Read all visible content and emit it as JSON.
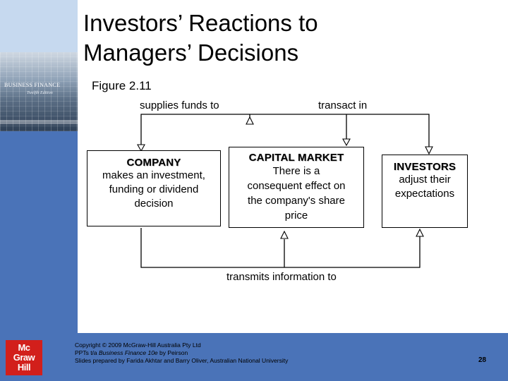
{
  "title_line1": "Investors’ Reactions to",
  "title_line2": "Managers’ Decisions",
  "figure_label": "Figure 2.11",
  "book_cover": {
    "title": "BUSINESS FINANCE",
    "subtitle": "Twelfth Edition"
  },
  "logo": {
    "line1": "Mc",
    "line2": "Graw",
    "line3": "Hill"
  },
  "diagram": {
    "supplies_label": "supplies funds to",
    "transact_label": "transact in",
    "transmits_label": "transmits information to",
    "company": {
      "heading": "COMPANY",
      "lines": [
        "makes an investment,",
        "funding or dividend",
        "decision"
      ]
    },
    "capital_market": {
      "heading": "CAPITAL MARKET",
      "lines": [
        "There is a",
        "consequent effect on",
        "the company's share",
        "price"
      ]
    },
    "investors": {
      "heading": "INVESTORS",
      "lines": [
        "adjust their",
        "expectations"
      ]
    }
  },
  "footer": {
    "copyright": "Copyright © 2009 McGraw-Hill Australia Pty Ltd",
    "ppts_prefix": "PPTs t/a ",
    "ppts_book": "Business Finance 10e",
    "ppts_suffix": " by Peirson",
    "prepared_by": "Slides prepared by Farida Akhtar and Barry Oliver, Australian National University",
    "page_number": "28"
  },
  "colors": {
    "sidebar_light": "#c6d9ef",
    "brand_blue": "#4a73b8",
    "logo_red": "#d21f1b"
  }
}
